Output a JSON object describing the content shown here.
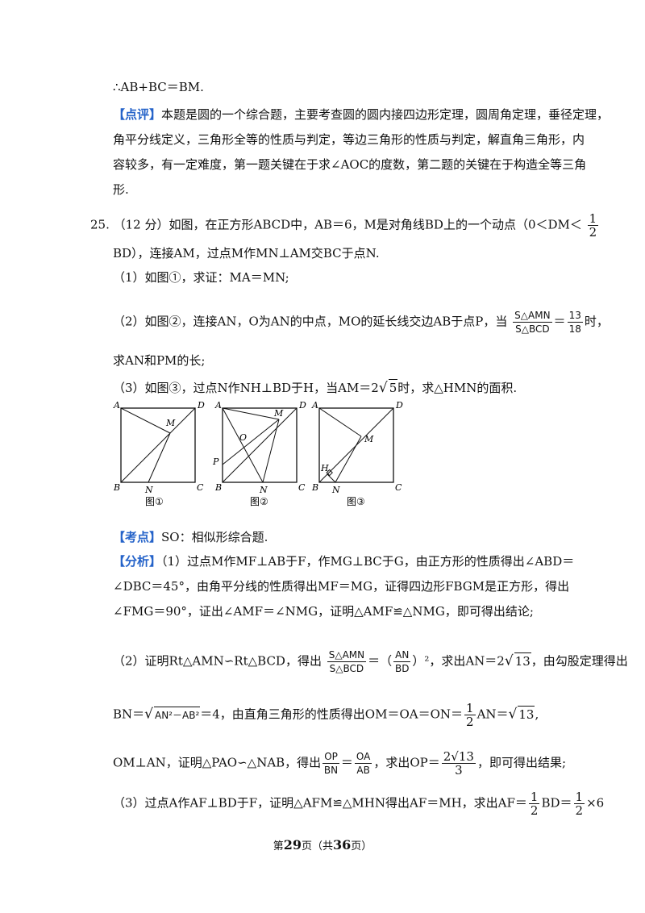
{
  "line_prev": "∴AB+BC＝BM.",
  "comment": {
    "tag": "【点评】",
    "l1": "本题是圆的一个综合题，主要考查圆的圆内接四边形定理，圆周角定理，垂径定理，",
    "l2": "角平分线定义，三角形全等的性质与判定，等边三角形的性质与判定，解直角三角形，内",
    "l3": "容较多，有一定难度，第一题关键在于求∠AOC的度数，第二题的关键在于构造全等三角",
    "l4": "形."
  },
  "problem": {
    "number": "25.",
    "score": "（12 分）",
    "l1": "如图，在正方形ABCD中，AB＝6，M是对角线BD上的一个动点（0＜DM＜",
    "l2": "BD），连接AM，过点M作MN⊥AM交BC于点N.",
    "q1": "（1）如图①，求证：MA＝MN;",
    "q2_a": "（2）如图②，连接AN，O为AN的中点，MO的延长线交边AB于点P，当",
    "q2_b": "时，",
    "q2_c": "求AN和PM的长;",
    "q3_a": "（3）如图③，过点N作NH⊥BD于H，当AM＝2",
    "q3_sqrt": "5",
    "q3_b": "时，求△HMN的面积."
  },
  "math": {
    "half_num": "1",
    "half_den": "2",
    "ratio_num": "S△AMN",
    "ratio_den": "S△BCD",
    "ratio_val_num": "13",
    "ratio_val_den": "18"
  },
  "figures": {
    "fig1": {
      "caption": "图①",
      "labels": [
        "A",
        "D",
        "M",
        "B",
        "N",
        "C"
      ]
    },
    "fig2": {
      "caption": "图②",
      "labels": [
        "A",
        "D",
        "M",
        "O",
        "P",
        "B",
        "N",
        "C"
      ]
    },
    "fig3": {
      "caption": "图③",
      "labels": [
        "A",
        "D",
        "M",
        "H",
        "B",
        "N",
        "C"
      ]
    }
  },
  "kaodian": {
    "tag": "【考点】",
    "text": "SO：相似形综合题."
  },
  "fenxi": {
    "tag": "【分析】",
    "l1": "（1）过点M作MF⊥AB于F，作MG⊥BC于G，由正方形的性质得出∠ABD＝",
    "l2": "∠DBC＝45°，由角平分线的性质得出MF＝MG，证得四边形FBGM是正方形，得出",
    "l3": "∠FMG＝90°，证出∠AMF＝∠NMG，证明△AMF≌△NMG，即可得出结论;",
    "l4_a": "（2）证明Rt△AMN∽Rt△BCD，得出",
    "l4_eq": "＝（",
    "l4_an": "AN",
    "l4_bd": "BD",
    "l4_b": "）²，求出AN＝2",
    "l4_sqrt": "13",
    "l4_c": "，由勾股定理得出",
    "l5_a": "BN＝",
    "l5_rad": "AN²－AB²",
    "l5_b": "＝4，由直角三角形的性质得出OM＝OA＝ON＝",
    "l5_c": "AN＝",
    "l5_sqrt": "13",
    "l5_d": ",",
    "l6_a": "OM⊥AN，证明△PAO∽△NAB，得出",
    "l6_op": "OP",
    "l6_bn": "BN",
    "l6_oa": "OA",
    "l6_ab": "AB",
    "l6_b": "，求出OP＝",
    "l6_num": "2√13",
    "l6_den": "3",
    "l6_c": "，即可得出结果;",
    "l7_a": "（3）过点A作AF⊥BD于F，证明△AFM≌△MHN得出AF＝MH，求出AF＝",
    "l7_b": "BD＝",
    "l7_c": "×6"
  },
  "footer": {
    "pre": "第",
    "page": "29",
    "mid": "页（共",
    "total": "36",
    "post": "页）"
  }
}
